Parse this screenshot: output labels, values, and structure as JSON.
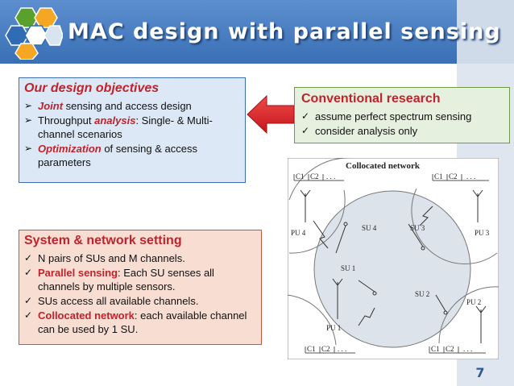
{
  "slide": {
    "title": "MAC design with parallel sensing",
    "page_number": "7",
    "colors": {
      "header": "#4a7fc2",
      "accent_red": "#c0232c",
      "hexagon_orange": "#f5a623",
      "hexagon_green": "#5aa02c",
      "hexagon_blue": "#2f6cb5"
    }
  },
  "objectives": {
    "heading": "Our design objectives",
    "marker": "➢",
    "items": [
      {
        "keyword": "Joint",
        "text": " sensing and access design"
      },
      {
        "lead": "Throughput ",
        "keyword": "analysis",
        "text": ": Single- & Multi-channel scenarios"
      },
      {
        "keyword": "Optimization",
        "text": " of sensing & access parameters"
      }
    ]
  },
  "conventional": {
    "heading": "Conventional research",
    "marker": "✓",
    "items": [
      "assume perfect spectrum sensing",
      "consider analysis only"
    ]
  },
  "system": {
    "heading": "System & network setting",
    "marker": "✓",
    "items": [
      {
        "text": "N pairs of SUs and M channels."
      },
      {
        "keyword": "Parallel sensing",
        "text": ": Each SU senses all channels by multiple sensors."
      },
      {
        "text": "SUs access all available channels."
      },
      {
        "keyword": "Collocated network",
        "text": ": each available channel can be used by 1 SU."
      }
    ]
  },
  "figure": {
    "title": "Collocated network",
    "channel_labels": [
      "C1",
      "C2",
      ". . ."
    ],
    "pu_labels": [
      "PU 4",
      "PU 3",
      "PU 2",
      "PU 1"
    ],
    "su_labels": [
      "SU 4",
      "SU 3",
      "SU 1",
      "SU 2"
    ]
  }
}
